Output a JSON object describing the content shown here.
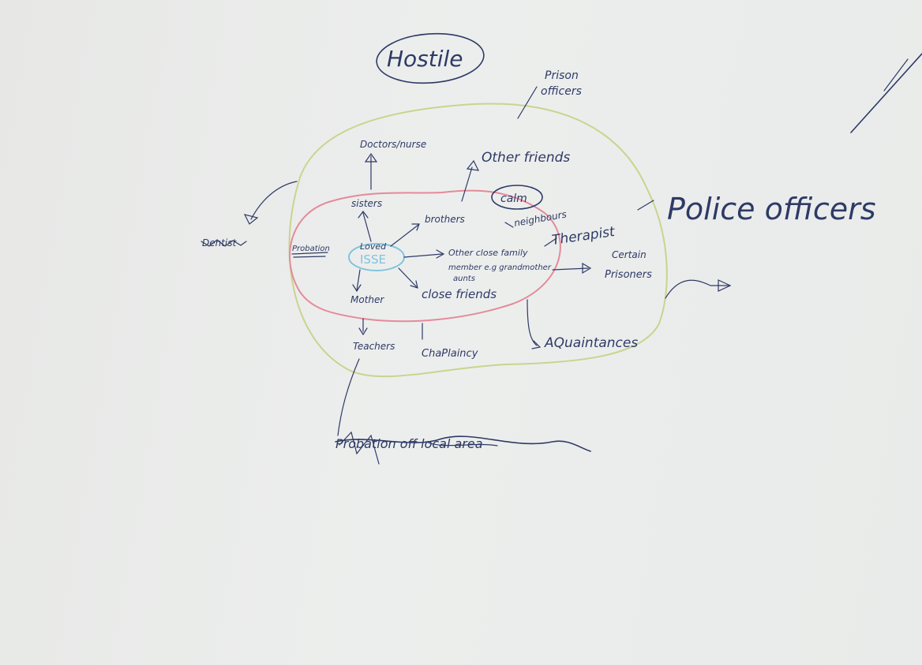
{
  "title": "Hostile",
  "center": {
    "line1": "Loved",
    "line2": "ISSE"
  },
  "inner_ring": {
    "sisters": "sisters",
    "brothers": "brothers",
    "other_family": [
      "Other close family",
      "member e.g grandmother",
      "aunts"
    ],
    "close_friends": "close friends",
    "mother": "Mother",
    "left_label": "Probation"
  },
  "outer_ring": {
    "doctors": "Doctors/nurse",
    "other_friends": "Other friends",
    "calm": "calm",
    "neighbours": "neighbours",
    "therapist": "Therapist",
    "certain_prisoners": [
      "Certain",
      "Prisoners"
    ],
    "acquaintances": "AQuaintances",
    "chaplaincy": "ChaPlaincy",
    "teachers": "Teachers"
  },
  "outside": {
    "prison_officers": [
      "Prison",
      "officers"
    ],
    "police_officers": "Police officers",
    "crossed_left": "Dentist",
    "crossed_bottom": "Probation off local area"
  },
  "colors": {
    "ink": "#2e3a66",
    "inner_ring": "#e58a9a",
    "outer_ring": "#c9d48e",
    "center_ring": "#7fc4dd"
  }
}
